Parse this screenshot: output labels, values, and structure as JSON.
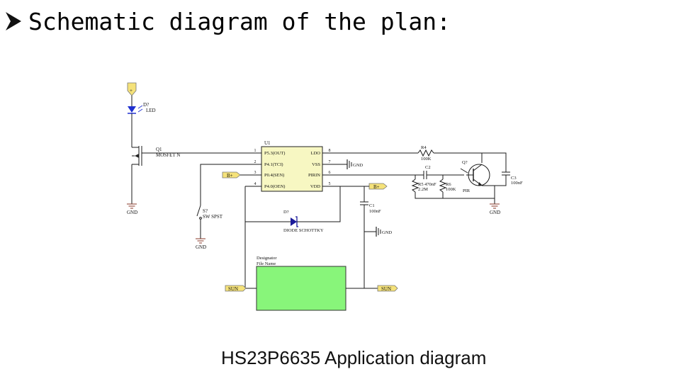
{
  "heading": {
    "text": "Schematic diagram of the plan:",
    "bullet_icon": "arrowhead-bullet-icon"
  },
  "caption": "HS23P6635 Application diagram",
  "colors": {
    "sheet_fill": "#88f57a",
    "led": "#2030d0",
    "diode": "#1a1a9a",
    "port_fill": "#f5e27a",
    "ground": "#8a3a2a"
  },
  "schematic": {
    "power_port": {
      "label": "+"
    },
    "led": {
      "designator": "D?",
      "value": "LED"
    },
    "mosfet": {
      "designator": "Q1",
      "value": "MOSFET N"
    },
    "switch": {
      "designator": "S?",
      "value": "SW SPST"
    },
    "ic": {
      "designator": "U1",
      "left_pins": [
        {
          "num": "1",
          "name": "P5.3(OUT)"
        },
        {
          "num": "2",
          "name": "P4.1(TCI)"
        },
        {
          "num": "3",
          "name": "P0.4(SEN)"
        },
        {
          "num": "4",
          "name": "P4.0(OEN)"
        }
      ],
      "right_pins": [
        {
          "num": "8",
          "name": "LDO"
        },
        {
          "num": "7",
          "name": "VSS"
        },
        {
          "num": "6",
          "name": "PIRIN"
        },
        {
          "num": "5",
          "name": "VDD"
        }
      ]
    },
    "ports": {
      "b_plus_left": "B+",
      "b_plus_right": "B+",
      "sun_left": "SUN",
      "sun_right": "SUN"
    },
    "gnd_labels": {
      "vss": "GND",
      "c1": "GND"
    },
    "ground_labels": {
      "mosfet": "GND",
      "switch": "GND",
      "pir": "GND"
    },
    "diode": {
      "designator": "D?",
      "value": "DIODE SCHOTTKY"
    },
    "r4": {
      "designator": "R4",
      "value": "100K"
    },
    "c2": {
      "designator": "C2",
      "value": "470nF"
    },
    "r5": {
      "designator": "R5",
      "value": "2.2M"
    },
    "r6": {
      "designator": "R6",
      "value": "100K"
    },
    "pir": {
      "designator": "Q?",
      "value": "PIR"
    },
    "c3": {
      "designator": "C3",
      "value": "100nF"
    },
    "c1": {
      "designator": "C1",
      "value": "100nF"
    },
    "sheet": {
      "line1": "Designator",
      "line2": "File Name"
    }
  }
}
